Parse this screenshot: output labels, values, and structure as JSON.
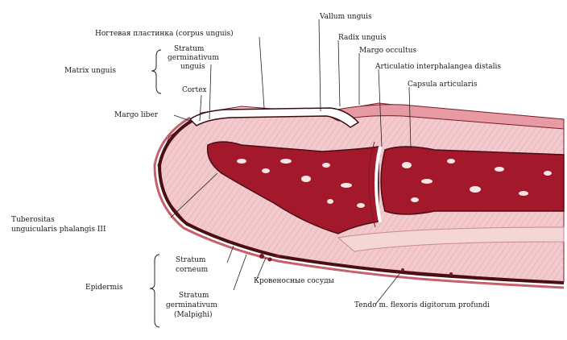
{
  "labels": {
    "nail_plate": "Ногтевая пластинка (corpus unguis)",
    "vallum": "Vallum unguis",
    "radix": "Radix unguis",
    "margo_occultus": "Margo occultus",
    "articulatio": "Articulatio interphalangea distalis",
    "capsula": "Capsula articularis",
    "matrix": "Matrix unguis",
    "stratum_germ_unguis": [
      "Stratum",
      "germinativum",
      "unguis"
    ],
    "cortex": "Cortex",
    "margo_liber": "Margo liber",
    "tuberositas": [
      "Tuberositas",
      "unguicularis phalangis III"
    ],
    "stratum_corneum": [
      "Stratum",
      "corneum"
    ],
    "vessels": "Кровеносные сосуды",
    "epidermis": "Epidermis",
    "stratum_germ_malpighi": [
      "Stratum",
      "germinativum",
      "(Malpighi)"
    ],
    "tendo": "Tendo m. flexoris digitorum profundi"
  },
  "colors": {
    "skin": "#f2c9cc",
    "dermis": "#e9a9b0",
    "bone": "#a3182a",
    "marrow": "#f7e6e6",
    "epidermis_dark": "#4a0e16",
    "tendon": "#f4d6d6",
    "leader": "#222222"
  }
}
